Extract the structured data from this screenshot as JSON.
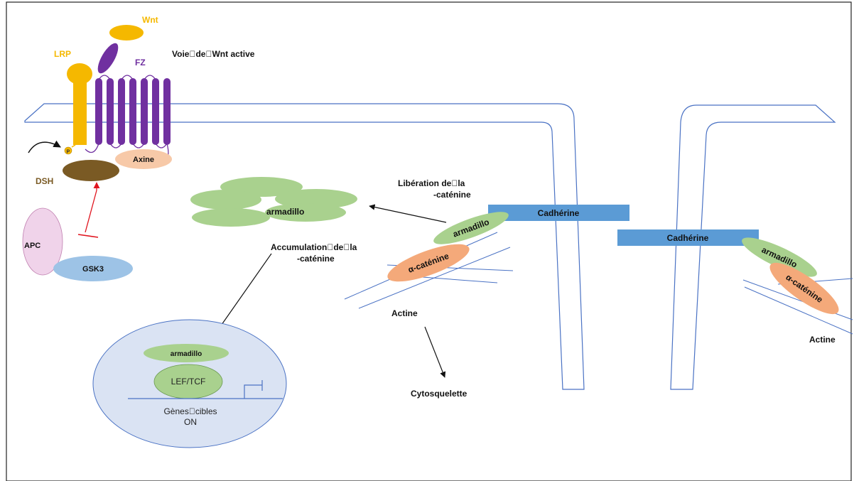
{
  "title": "Voie\u0000de\u0000Wnt active",
  "colors": {
    "wnt": "#f5b800",
    "fz": "#7030a0",
    "dsh": "#7a5a24",
    "axine": "#f7c9a8",
    "apc": "#f0d3ea",
    "gsk3": "#9dc3e6",
    "armadillo": "#a9d18e",
    "alpha_catenin": "#f4a97a",
    "cadherin": "#5b9bd5",
    "membrane": "#4a72c4",
    "nucleus": "#dae3f3",
    "inhibition": "#e0141e"
  },
  "labels": {
    "wnt": "Wnt",
    "lrp": "LRP",
    "fz": "FZ",
    "p": "P",
    "dsh": "DSH",
    "axine": "Axine",
    "apc": "APC",
    "gsk3": "GSK3",
    "armadillo": "armadillo",
    "accumulation_line1": "Accumulation\u0000de\u0000la",
    "accumulation_line2": "-caténine",
    "liberation_line1": "Libération de\u0000la",
    "liberation_line2": "-caténine",
    "cadherine": "Cadhérine",
    "alpha_catenine": "α-caténine",
    "actine": "Actine",
    "cytosquelette": "Cytosquelette",
    "lef_tcf": "LEF/TCF",
    "genes_line1": "Gènes\u0000cibles",
    "genes_line2": "ON"
  }
}
